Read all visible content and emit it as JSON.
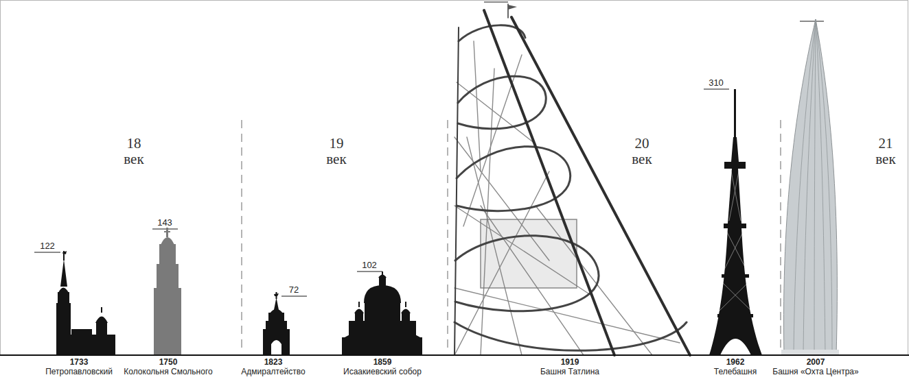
{
  "diagram": {
    "labels": [
      "18 век",
      "19 век",
      "20 век",
      "21 век",
      "122",
      "143",
      "72",
      "102",
      "310",
      "1733",
      "Петропавловский",
      "1750",
      "Колокольня Смольного",
      "1823",
      "Адмиралтейство",
      "1859",
      "Исаакиевский собор",
      "1919",
      "Башня Татлина",
      "1962",
      "Телебашня",
      "2007",
      "Башня «Охта Центра»"
    ]
  }
}
